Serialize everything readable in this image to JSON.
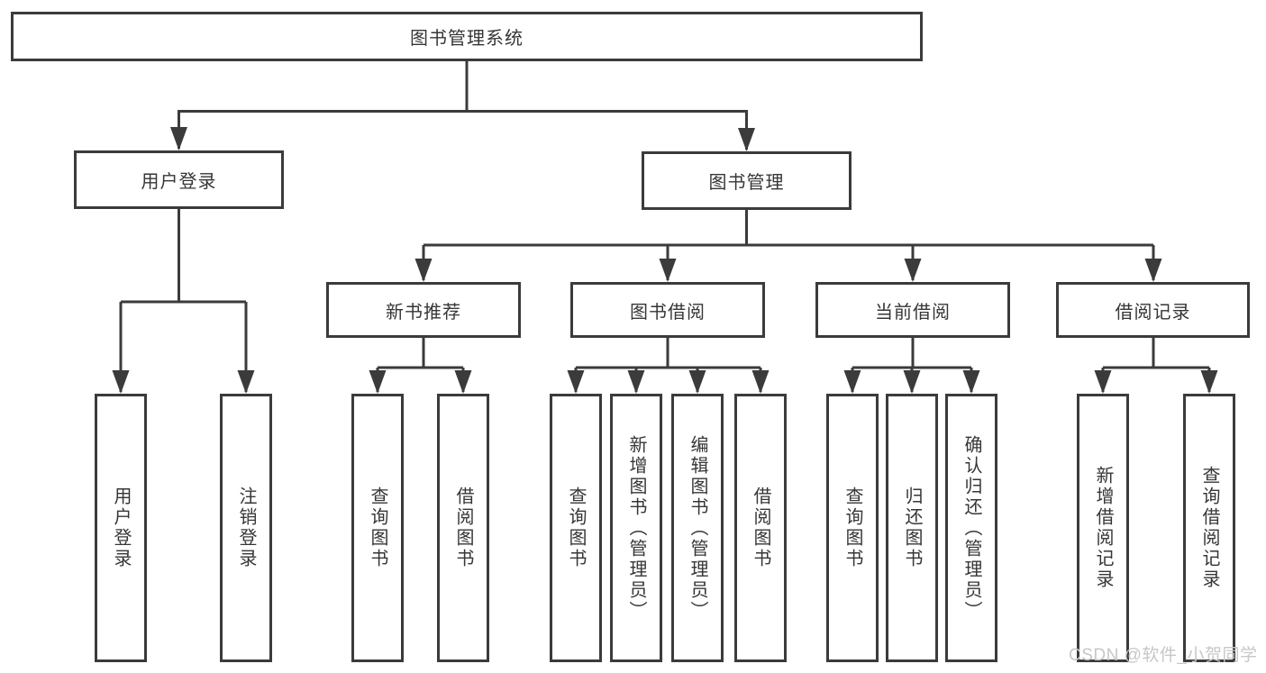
{
  "watermark": "CSDN @软件_小贺同学",
  "colors": {
    "line": "#3b3b3b",
    "box_border": "#3b3b3b",
    "text": "#363636",
    "watermark": "#c7c7c7",
    "background": "#ffffff"
  },
  "tree": {
    "root": "图书管理系统",
    "branches": [
      {
        "label": "用户登录",
        "children": [
          "用户登录",
          "注销登录"
        ]
      },
      {
        "label": "图书管理",
        "sections": [
          {
            "label": "新书推荐",
            "children": [
              "查询图书",
              "借阅图书"
            ]
          },
          {
            "label": "图书借阅",
            "children": [
              "查询图书",
              "新增图书（管理员）",
              "编辑图书（管理员）",
              "借阅图书"
            ]
          },
          {
            "label": "当前借阅",
            "children": [
              "查询图书",
              "归还图书",
              "确认归还（管理员）"
            ]
          },
          {
            "label": "借阅记录",
            "children": [
              "新增借阅记录",
              "查询借阅记录"
            ]
          }
        ]
      }
    ]
  }
}
